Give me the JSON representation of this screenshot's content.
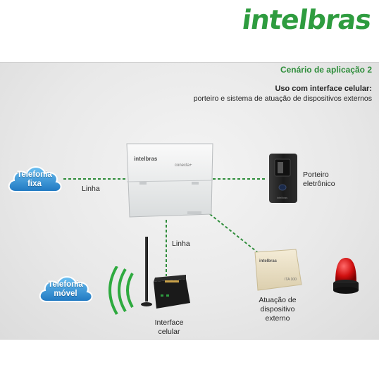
{
  "brand": {
    "logo": "intelbras",
    "green": "#2e9c3f",
    "cloud_blue": "#3b9ad9"
  },
  "header": {
    "scenario": "Cenário de aplicação 2",
    "usage_title": "Uso com interface celular:",
    "usage_subtitle": "porteiro e sistema de atuação de dispositivos externos"
  },
  "clouds": {
    "fixed": {
      "line1": "Telefonia",
      "line2": "fixa"
    },
    "mobile": {
      "line1": "Telefonia",
      "line2": "móvel"
    }
  },
  "central": {
    "brand": "intelbras",
    "model": "conecta+"
  },
  "labels": {
    "line_left": "Linha",
    "line_bottom": "Linha",
    "intercom_1": "Porteiro",
    "intercom_2": "eletrônico",
    "cell_1": "Interface",
    "cell_2": "celular",
    "act_1": "Atuação de",
    "act_2": "dispositivo",
    "act_3": "externo"
  },
  "devices": {
    "intercom_brand": "intelbras",
    "actuator_brand": "intelbras",
    "actuator_model": "ITA 100"
  }
}
